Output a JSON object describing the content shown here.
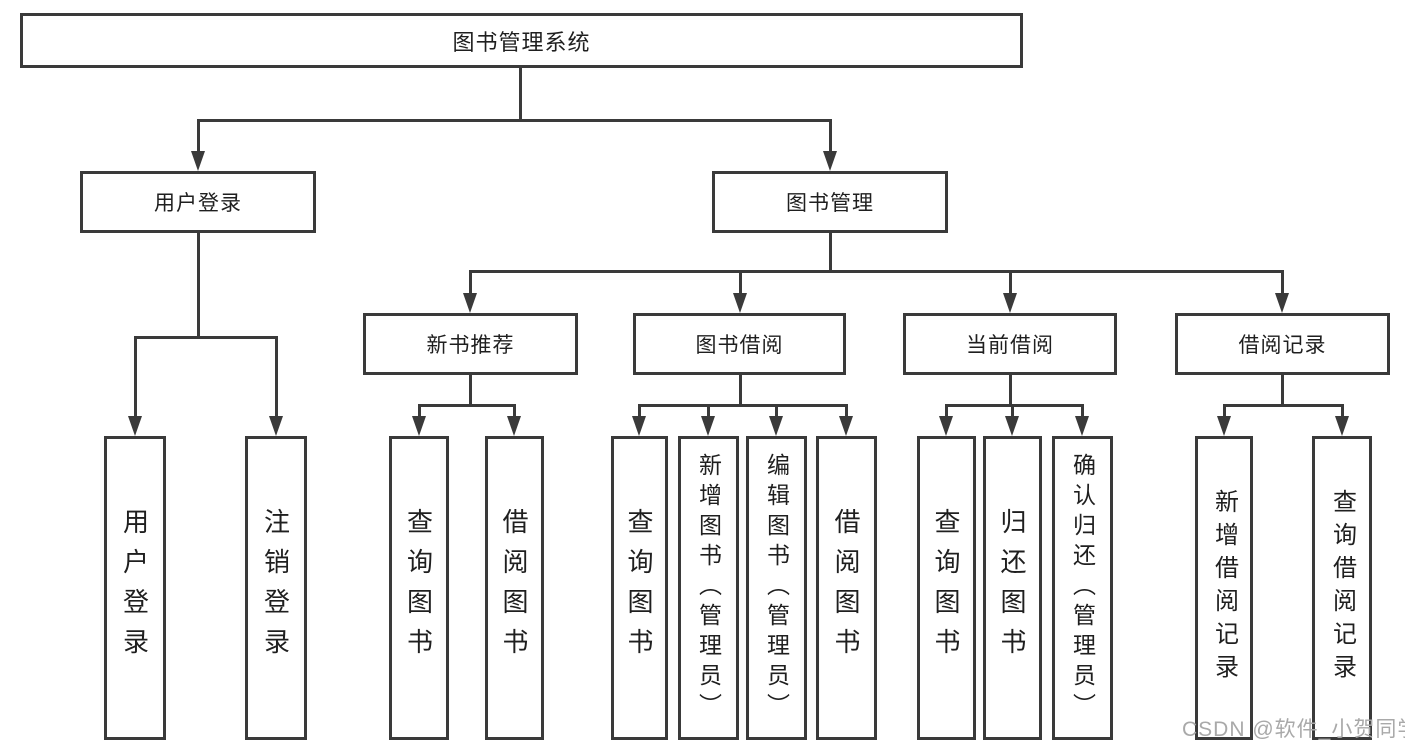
{
  "diagram_title": "图书管理系统",
  "watermark": "CSDN @软件_小贺同学",
  "colors": {
    "line": "#3a3a3a",
    "box_border": "#3a3a3a",
    "box_background": "#ffffff",
    "text": "#1f1f1f",
    "page_background": "#ffffff",
    "watermark_text": "#a9a9a9"
  },
  "nodes": {
    "root": "图书管理系统",
    "level1": [
      "用户登录",
      "图书管理"
    ],
    "level2": [
      "新书推荐",
      "图书借阅",
      "当前借阅",
      "借阅记录"
    ],
    "leaves": {
      "user_login": [
        "用户登录",
        "注销登录"
      ],
      "new_book_recommend": [
        "查询图书",
        "借阅图书"
      ],
      "book_borrow": [
        "查询图书",
        "新增图书（管理员）",
        "编辑图书（管理员）",
        "借阅图书"
      ],
      "current_borrow": [
        "查询图书",
        "归还图书",
        "确认归还（管理员）"
      ],
      "borrow_records": [
        "新增借阅记录",
        "查询借阅记录"
      ]
    }
  }
}
